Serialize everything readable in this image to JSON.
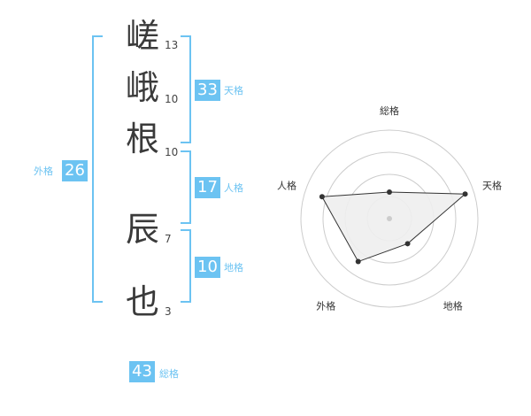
{
  "name": {
    "characters": [
      {
        "char": "嵯",
        "strokes": "13"
      },
      {
        "char": "峨",
        "strokes": "10"
      },
      {
        "char": "根",
        "strokes": "10"
      },
      {
        "char": "辰",
        "strokes": "7"
      },
      {
        "char": "也",
        "strokes": "3"
      }
    ]
  },
  "kakusu": {
    "gaikaku": {
      "value": "26",
      "label": "外格"
    },
    "tenkaku": {
      "value": "33",
      "label": "天格"
    },
    "jinkaku": {
      "value": "17",
      "label": "人格"
    },
    "chikaku": {
      "value": "10",
      "label": "地格"
    },
    "soukaku": {
      "value": "43",
      "label": "総格"
    }
  },
  "colors": {
    "accent": "#6cc3f2",
    "text": "#3a3a3a",
    "grid": "#cccccc",
    "fill": "#eeeeee"
  },
  "chart_data": {
    "type": "radar",
    "axes": [
      "総格",
      "天格",
      "地格",
      "外格",
      "人格"
    ],
    "values": [
      0.3,
      0.9,
      0.35,
      0.6,
      0.8
    ],
    "max": 1,
    "rings": 4
  }
}
